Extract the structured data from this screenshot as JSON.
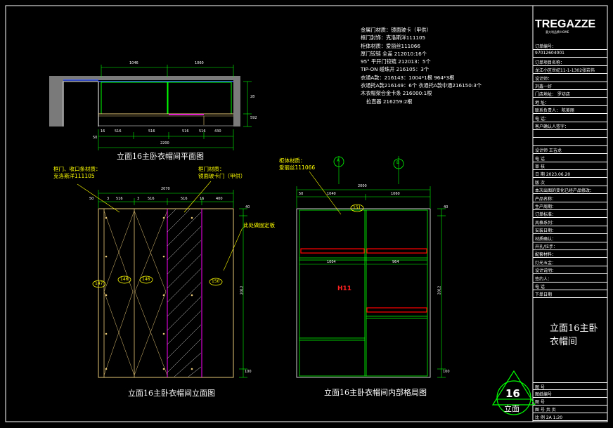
{
  "notes": {
    "lines": [
      "金属门材质：镜面玻卡（甲供）",
      "框门封饰：克洛斯洋111105",
      "柜体材质：爱丽丝111066",
      "厚门铰链 全盖 212010:16个",
      "95° 平开门铰链 212013：5个",
      "TIP-ON 碰珠开 216105：3个",
      "衣通A款：216143：1004*1根   964*3根",
      "衣通托A款216149：6个  衣通托A款中通216150:3个",
      "木衣帽架合金卡条 216000:1根",
      "拉直器 216259:2根"
    ]
  },
  "plan": {
    "title": "立面16主卧衣帽间平面图",
    "top_dims": [
      "1046",
      "1060"
    ],
    "bottom_dims": [
      "50",
      "16",
      "516",
      "516",
      "516",
      "516",
      "430"
    ],
    "total": "2200",
    "side_dims": [
      "28",
      "592"
    ]
  },
  "elevation": {
    "title": "立面16主卧衣帽间立面图",
    "top_dim": "2070",
    "sub_dims": [
      "50",
      "3",
      "3",
      "516",
      "516",
      "516",
      "16",
      "400"
    ],
    "side_dims": [
      "40",
      "2012",
      "100"
    ],
    "tags": [
      "147",
      "146",
      "146",
      "150"
    ],
    "ann_left": [
      "框门、收口条材质：",
      "克洛斯洋111105"
    ],
    "ann_mid": [
      "框门材质：",
      "镜面玻卡门（甲供）"
    ],
    "ann_right": "此处做固定板"
  },
  "interior": {
    "title": "立面16主卧衣帽间内部格局图",
    "top_dim": "2000",
    "sub_dims": [
      "50",
      "1040",
      "1060"
    ],
    "mid_dims": [
      "1004",
      "964"
    ],
    "side_dims": [
      "40",
      "2012",
      "100"
    ],
    "tag": "151",
    "label": "H11",
    "ann": [
      "柜体材质：",
      "爱丽丝111066"
    ],
    "callouts": [
      "A",
      "B"
    ]
  },
  "title_block": {
    "logo": "TREGAZZE",
    "logo_sub": "意大利品牌·HOME",
    "rows": [
      "订单编号：",
      "97012604001",
      "订单项目名称：",
      "      龙江小区世纪11-1-1302张岩伟",
      "设计师：",
      "    刘鑫一好",
      "门店地址：      罗坊店",
      "地 址：",
      "联系负责人：      陈美丽",
      "电 话：",
      "客户确认人签字：",
      "",
      "",
      "设计师      王吉龙",
      "电 话",
      "审 核",
      "日 期     2023.06.20",
      "版 次",
      "本次出图的变化已经产品修改：",
      "产品名称：",
      "生产周期：",
      "订单标准：",
      "风格系列：",
      "安装日期：",
      "材质确认：",
      "开孔/拉手：",
      "配套材料：",
      "灯光五金：",
      "设计说明：",
      "签约人：",
      "电 话",
      "下单日期"
    ],
    "drawing_title": [
      "立面16主卧",
      "衣帽间"
    ],
    "bottom_rows": [
      "图 号",
      "图纸编号",
      "图 号",
      "图 号 共  页",
      "比 例  2A 1:20"
    ],
    "sheet_number": "16",
    "sheet_label": "立面",
    "page": "16"
  },
  "colors": {
    "line": "#ffffff",
    "dim": "#00ff00",
    "cabinet": "#00ff00",
    "rail": "#ff0000",
    "accent": "#ff00ff",
    "tag": "#ffff00",
    "face": "#e8c878",
    "blue": "#3b5bff"
  }
}
